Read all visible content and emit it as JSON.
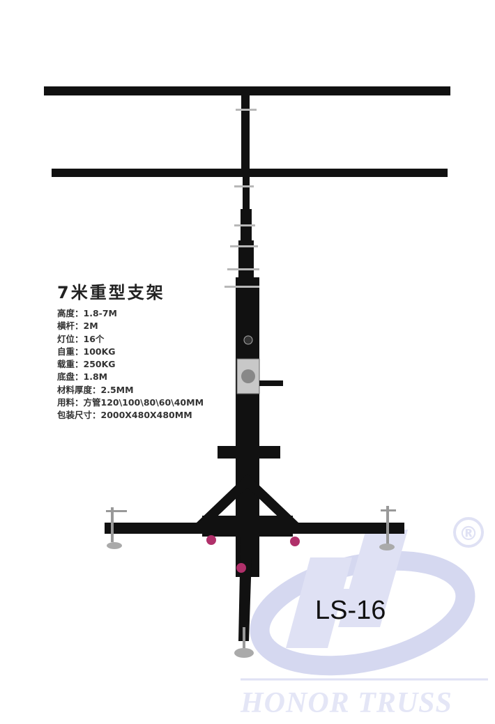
{
  "product": {
    "title": "7米重型支架",
    "specs": [
      "高度：1.8-7M",
      "横杆：2M",
      "灯位：16个",
      "自重：100KG",
      "载重：250KG",
      "底盘：1.8M",
      "材料厚度：2.5MM",
      "用料：方管120\\100\\80\\60\\40MM",
      "包装尺寸：2000X480X480MM"
    ],
    "model": "LS-16"
  },
  "brand": {
    "name": "HONOR TRUSS",
    "registered_mark": "®",
    "watermark_color": "#d5d8f0"
  },
  "colors": {
    "steel": "#111111",
    "wheel": "#b0306a",
    "hardware": "#b8b8b8"
  }
}
